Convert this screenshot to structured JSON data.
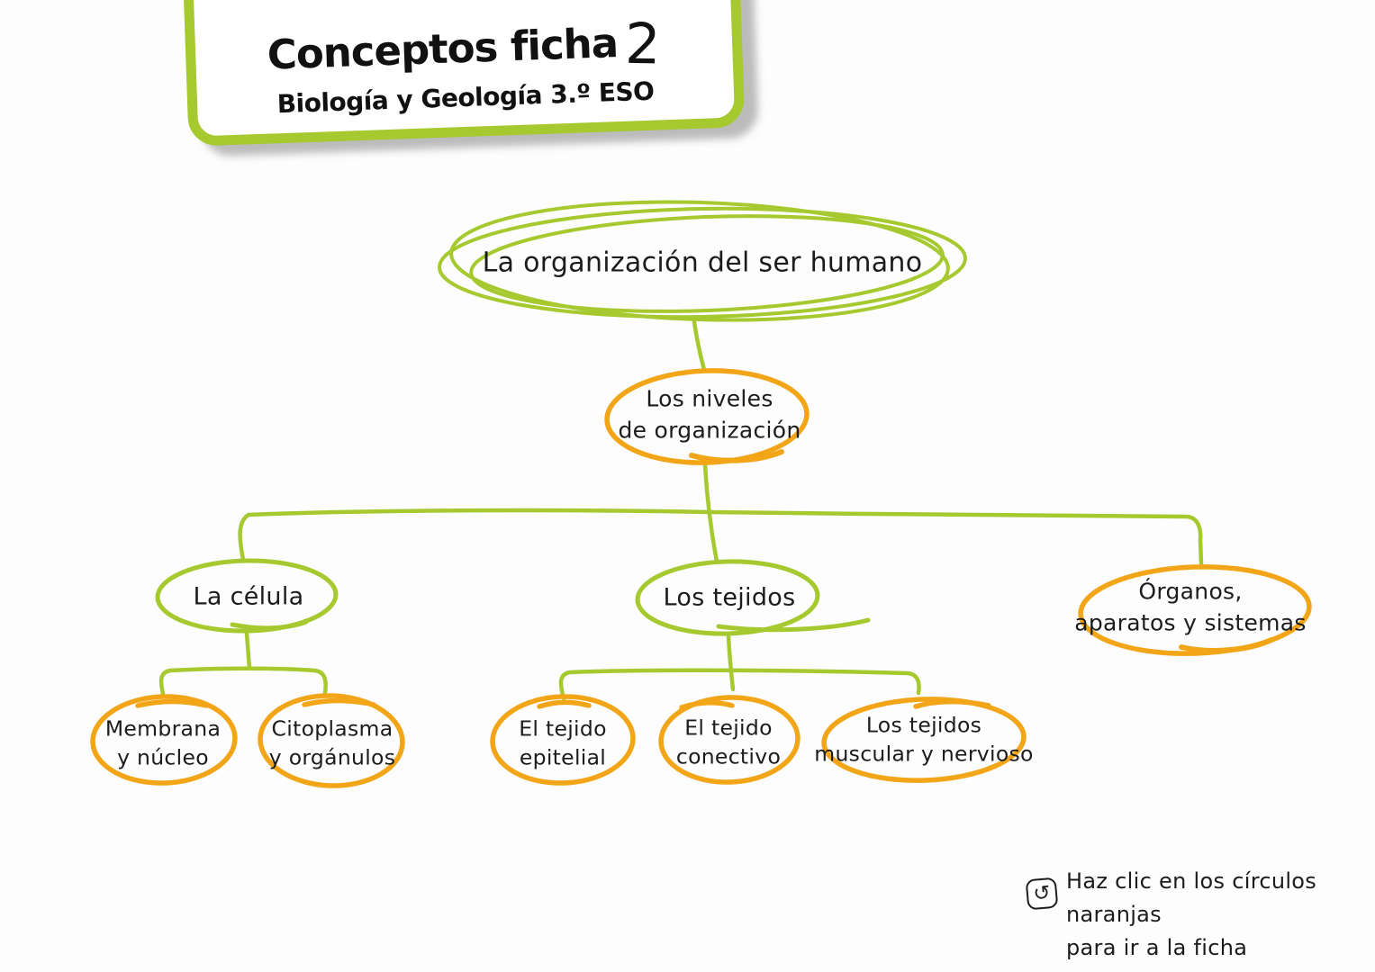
{
  "colors": {
    "green": "#a5c92f",
    "orange": "#f2a517",
    "ink": "#1c1c1c",
    "bg": "#fdfdfd"
  },
  "header_card": {
    "title": "Conceptos ficha",
    "title_number": "2",
    "subtitle": "Biología y Geología 3.º ESO"
  },
  "map": {
    "root": {
      "id": "organizacion-ser-humano",
      "label": "La organización del ser humano",
      "color": "green"
    },
    "nodes": [
      {
        "id": "niveles",
        "parent": "organizacion-ser-humano",
        "lines": [
          "Los niveles",
          "de organización"
        ],
        "color": "orange",
        "clickable": true
      },
      {
        "id": "celula",
        "parent": "niveles",
        "lines": [
          "La célula"
        ],
        "color": "green",
        "clickable": false
      },
      {
        "id": "tejidos",
        "parent": "niveles",
        "lines": [
          "Los tejidos"
        ],
        "color": "green",
        "clickable": false
      },
      {
        "id": "organos",
        "parent": "niveles",
        "lines": [
          "Órganos,",
          "aparatos y sistemas"
        ],
        "color": "orange",
        "clickable": true
      },
      {
        "id": "membrana",
        "parent": "celula",
        "lines": [
          "Membrana",
          "y núcleo"
        ],
        "color": "orange",
        "clickable": true
      },
      {
        "id": "citoplasma",
        "parent": "celula",
        "lines": [
          "Citoplasma",
          "y orgánulos"
        ],
        "color": "orange",
        "clickable": true
      },
      {
        "id": "epitelial",
        "parent": "tejidos",
        "lines": [
          "El tejido",
          "epitelial"
        ],
        "color": "orange",
        "clickable": true
      },
      {
        "id": "conectivo",
        "parent": "tejidos",
        "lines": [
          "El tejido",
          "conectivo"
        ],
        "color": "orange",
        "clickable": true
      },
      {
        "id": "muscular",
        "parent": "tejidos",
        "lines": [
          "Los tejidos",
          "muscular y nervioso"
        ],
        "color": "orange",
        "clickable": true
      }
    ]
  },
  "note": {
    "icon": "↺",
    "lines": [
      "Haz clic en los círculos naranjas",
      "para ir a la ficha"
    ]
  }
}
